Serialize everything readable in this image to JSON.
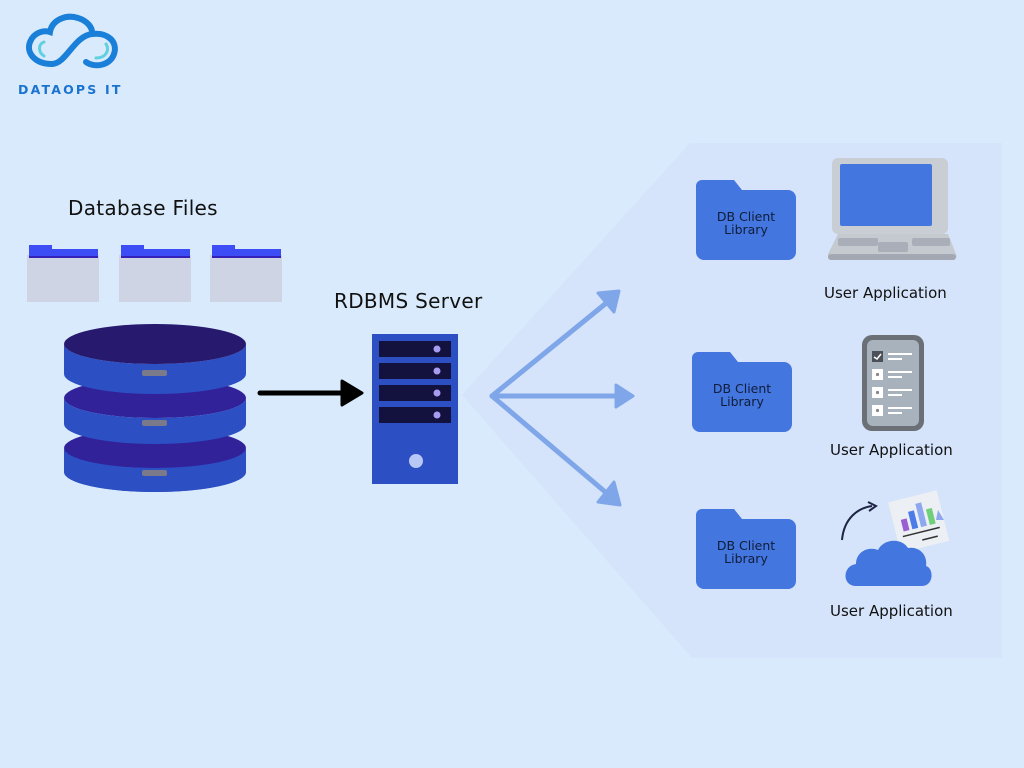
{
  "logo": {
    "brand_name": "DATAOPS IT",
    "icon": "cloud-infinity-icon"
  },
  "left": {
    "files_title": "Database Files",
    "file_icons": [
      "folder-icon",
      "folder-icon",
      "folder-icon"
    ],
    "database_icon": "database-stack-icon"
  },
  "server": {
    "title": "RDBMS Server",
    "icon": "server-tower-icon"
  },
  "clients": [
    {
      "library_label_line1": "DB Client",
      "library_label_line2": "Library",
      "app_label": "User Application",
      "app_icon": "laptop-icon"
    },
    {
      "library_label_line1": "DB Client",
      "library_label_line2": "Library",
      "app_label": "User Application",
      "app_icon": "mobile-checklist-icon"
    },
    {
      "library_label_line1": "DB Client",
      "library_label_line2": "Library",
      "app_label": "User Application",
      "app_icon": "cloud-analytics-icon"
    }
  ],
  "colors": {
    "background": "#d8eafb",
    "panel": "#d6e5fb",
    "accent_blue": "#4476e0",
    "db_blue": "#2c4fc4",
    "db_dark": "#26196e",
    "arrow_light": "#7fa6e8",
    "brand": "#1a73d0"
  }
}
